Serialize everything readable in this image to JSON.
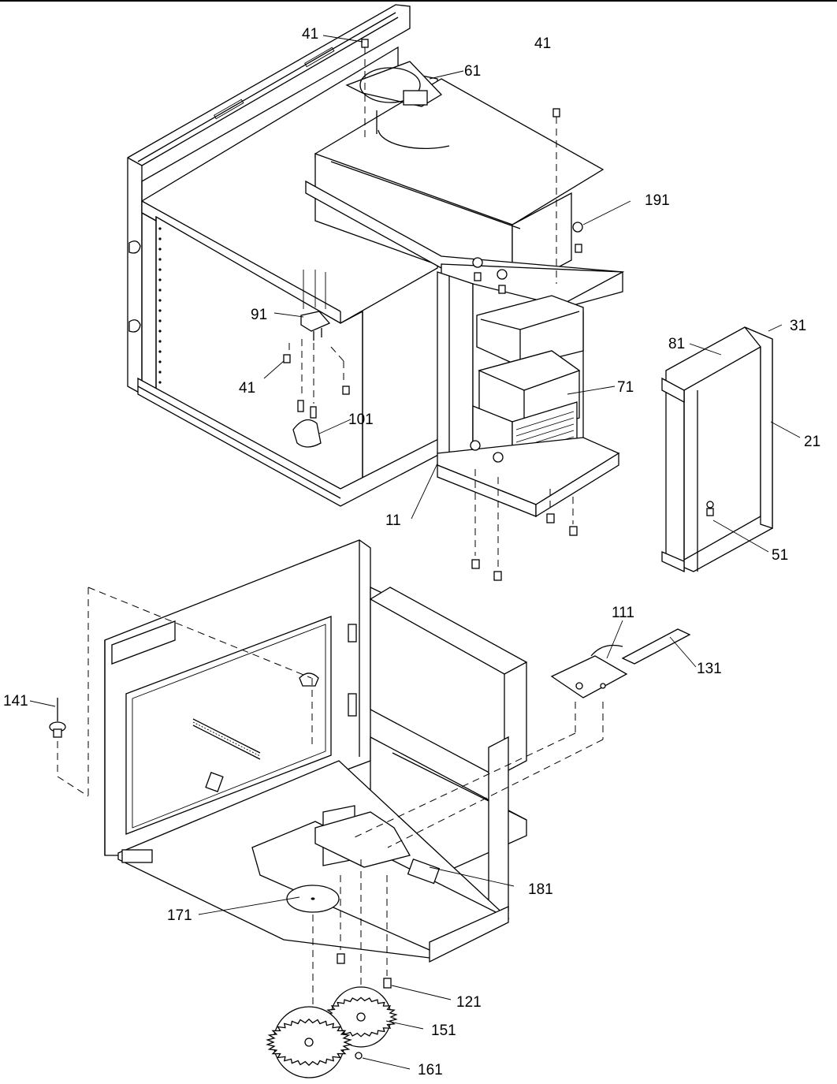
{
  "callouts": {
    "c41a": "41",
    "c41b": "41",
    "c41c": "41",
    "c61": "61",
    "c191": "191",
    "c91": "91",
    "c101": "101",
    "c71": "71",
    "c11": "11",
    "c81": "81",
    "c31": "31",
    "c21": "21",
    "c51": "51",
    "c111": "111",
    "c131": "131",
    "c141": "141",
    "c181": "181",
    "c171": "171",
    "c121": "121",
    "c151": "151",
    "c161": "161"
  }
}
